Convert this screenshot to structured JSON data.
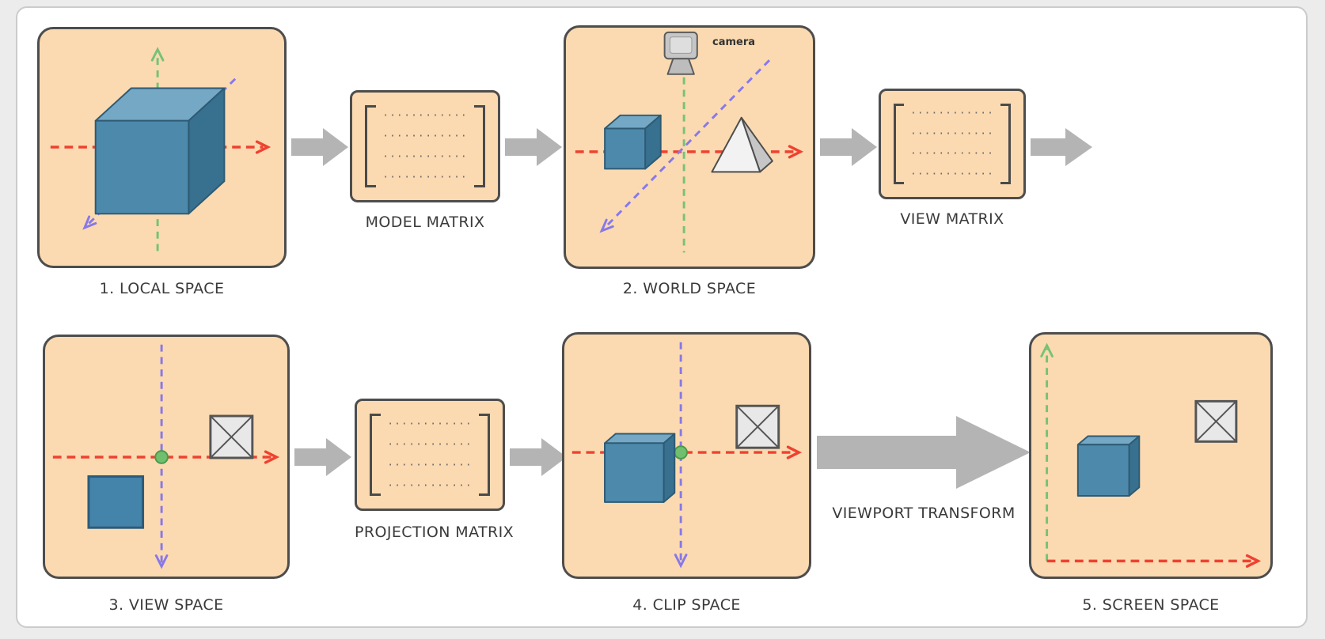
{
  "labels": {
    "local_space": "1. LOCAL SPACE",
    "world_space": "2. WORLD SPACE",
    "view_space": "3. VIEW SPACE",
    "clip_space": "4. CLIP SPACE",
    "screen_space": "5. SCREEN SPACE",
    "model_matrix": "MODEL MATRIX",
    "view_matrix": "VIEW MATRIX",
    "projection_matrix": "PROJECTION MATRIX",
    "viewport_transform": "VIEWPORT TRANSFORM",
    "camera": "camera"
  },
  "matrix": {
    "rows": 4,
    "cols": 4,
    "cell_glyph": "···"
  },
  "colors": {
    "page_bg": "#ececec",
    "panel_bg": "#ffffff",
    "box_fill": "#fbdab1",
    "box_border": "#4d4d4d",
    "arrow": "#b4b4b4",
    "axis_x_red": "#ef4130",
    "axis_y_green": "#76c276",
    "axis_z_purple": "#8878e8",
    "object_blue": "#4d89ab"
  }
}
